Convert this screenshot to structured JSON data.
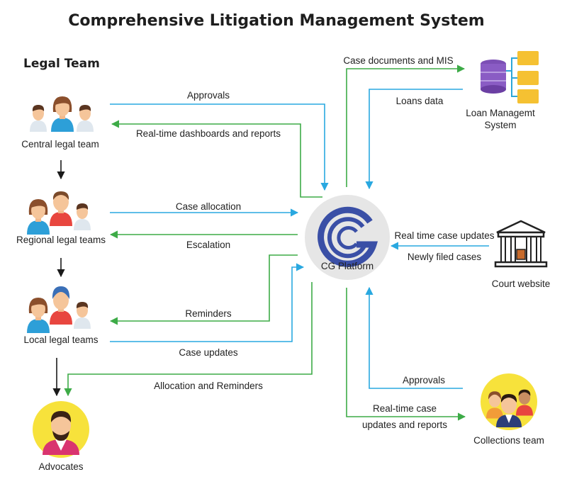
{
  "title": "Comprehensive Litigation Management System",
  "section_title": "Legal Team",
  "nodes": {
    "central": "Central legal team",
    "regional": "Regional legal teams",
    "local": "Local legal teams",
    "advocates": "Advocates",
    "platform": "CG Platform",
    "lms_line1": "Loan Managemt",
    "lms_line2": "System",
    "court": "Court website",
    "collections": "Collections team"
  },
  "edges": {
    "approvals_central": "Approvals",
    "dashboards": "Real-time dashboards and reports",
    "case_allocation": "Case allocation",
    "escalation": "Escalation",
    "reminders": "Reminders",
    "case_updates": "Case updates",
    "allocation_reminders": "Allocation and Reminders",
    "case_documents": "Case documents and MIS",
    "loans_data": "Loans data",
    "realtime_case_updates": "Real time case updates",
    "newly_filed": "Newly filed cases",
    "approvals_collections": "Approvals",
    "realtime_case_line1": "Real-time case",
    "realtime_case_line2": "updates and reports"
  },
  "colors": {
    "blue_flow": "#29a8e0",
    "green_flow": "#3dab47",
    "hierarchy": "#1a1a1a",
    "platform_logo": "#3a4fa6",
    "platform_circle": "#e6e6e6",
    "advocate_circle": "#f7e23b"
  },
  "icons": {
    "central": "people-group-icon",
    "regional": "people-group-icon",
    "local": "people-group-icon",
    "advocates": "advocate-avatar-icon",
    "platform": "cg-logo-icon",
    "lms": "database-folders-icon",
    "court": "courthouse-icon",
    "collections": "team-avatar-icon"
  }
}
